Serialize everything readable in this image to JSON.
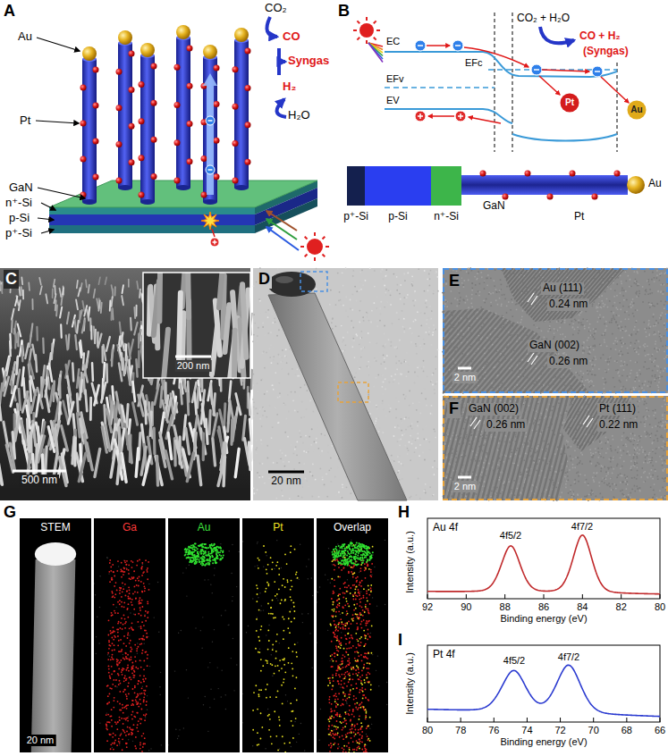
{
  "diagram": {
    "nodes": [
      {
        "text": [
          "Pt"
        ]
      },
      {
        "text": [
          "Au"
        ]
      },
      {
        "text": [
          "p⁺-Si"
        ]
      },
      {
        "text": [
          "p-Si"
        ]
      },
      {
        "text": [
          "n⁺-Si"
        ]
      },
      {
        "text": [
          "GaN"
        ]
      },
      {
        "text": [
          "STEM"
        ]
      },
      {
        "text": [
          "Ga"
        ]
      },
      {
        "text": [
          "Au"
        ]
      },
      {
        "text": [
          "Pt"
        ]
      },
      {
        "text": [
          "Overlap"
        ]
      }
    ],
    "labels": [
      "A",
      "Au",
      "Pt",
      "GaN",
      "n⁺-Si",
      "p-Si",
      "p⁺-Si",
      "CO₂",
      "CO",
      "Syngas",
      "H₂",
      "H₂O",
      "B",
      "CO₂ + H₂O",
      "CO + H₂",
      "(Syngas)",
      "EC",
      "EFc",
      "EFv",
      "EV",
      "Pt",
      "Au",
      "C",
      "200 nm",
      "500 nm",
      "D",
      "20 nm",
      "E",
      "Au (111)",
      "0.24 nm",
      "GaN (002)",
      "0.26 nm",
      "2 nm",
      "F",
      "GaN (002)",
      "0.26 nm",
      "Pt (111)",
      "0.22 nm",
      "2 nm",
      "G",
      "20 nm",
      "H",
      "Au 4f",
      "4f5/2",
      "4f7/2",
      "92",
      "90",
      "88",
      "86",
      "84",
      "82",
      "80",
      "Binding energy (eV)",
      "Intensity (a.u.)",
      "I",
      "Pt 4f",
      "4f5/2",
      "4f7/2",
      "80",
      "78",
      "76",
      "74",
      "72",
      "70",
      "68",
      "66",
      "Binding energy (eV)",
      "Intensity (a.u.)"
    ]
  }
}
